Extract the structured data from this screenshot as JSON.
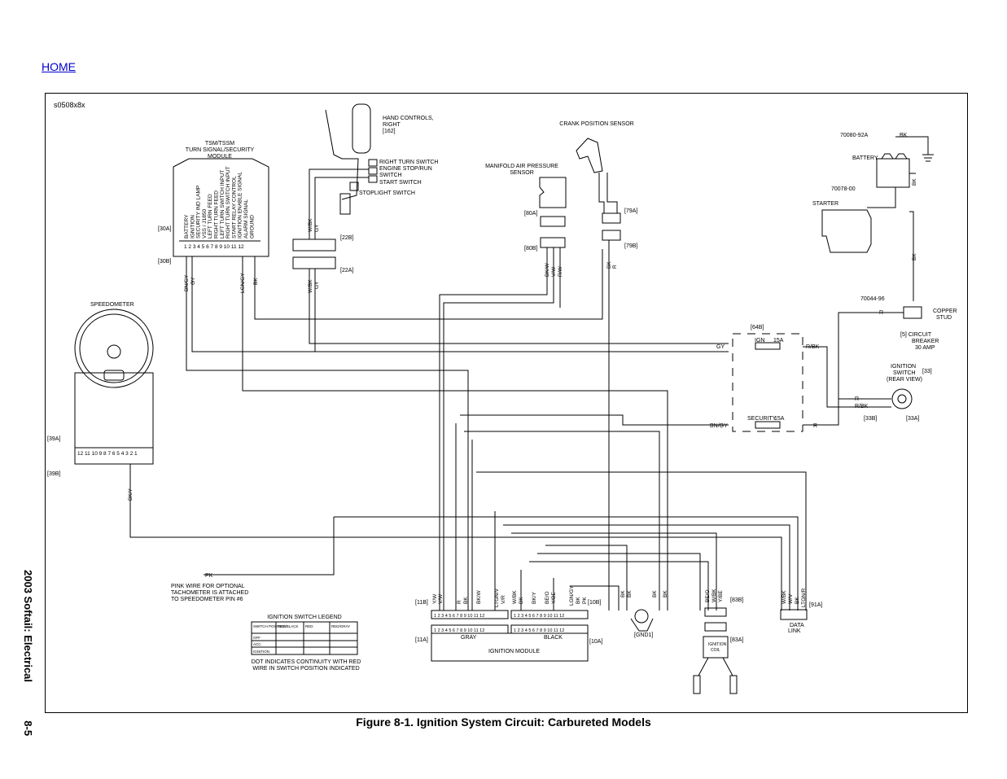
{
  "home_link": "HOME",
  "figure_id": "s0508x8x",
  "caption": "Figure 8-1. Ignition System Circuit: Carbureted Models",
  "side_title": "2003 Softail: Electrical",
  "side_page": "8-5",
  "components": {
    "tsm": [
      "TSM/TSSM",
      "TURN SIGNAL/SECURITY",
      "MODULE"
    ],
    "tsm_pins": [
      "BATTERY",
      "IGNITION",
      "SECURITY IND LAMP",
      "VSS / J1850",
      "LEFT TURN FEED",
      "RIGHT TURN FEED",
      "LEFT TURN SWITCH INPUT",
      "RIGHT TURN SWITCH INPUT",
      "START RELAY CONTROL",
      "IGNITION ENABLE SIGNAL",
      "ALARM SIGNAL",
      "GROUND"
    ],
    "tsm_pin_nums": "1 2 3 4 5 6 7 8 9 10 11 12",
    "hand_controls": [
      "HAND CONTROLS,",
      "RIGHT",
      "[162]"
    ],
    "switches": [
      "RIGHT TURN SWITCH",
      "ENGINE STOP/RUN",
      "SWITCH",
      "START SWITCH",
      "STOPLIGHT SWITCH"
    ],
    "crank": "CRANK POSITION SENSOR",
    "map": [
      "MANIFOLD AIR PRESSURE",
      "SENSOR"
    ],
    "battery": "BATTERY",
    "battery_pn": "70080-92A",
    "starter": "STARTER",
    "starter_pn": "70078-00",
    "stud_pn": "70044-96",
    "copper_stud": [
      "COPPER",
      "STUD"
    ],
    "breaker": [
      "[5]  CIRCUIT",
      "BREAKER",
      "30 AMP"
    ],
    "ign_switch": [
      "IGNITION",
      "SWITCH",
      "(REAR VIEW)"
    ],
    "speedometer": "SPEEDOMETER",
    "speedo_pins": "12 11 10 9 8 7 6 5 4 3 2 1",
    "pink_note": [
      "PINK WIRE FOR OPTIONAL",
      "TACHOMETER IS ATTACHED",
      "TO SPEEDOMETER PIN #6"
    ],
    "legend_title": "IGNITION SWITCH LEGEND",
    "legend_header": [
      "SWITCH POSITION",
      "RED/BLACK",
      "RED",
      "RED/GRAY"
    ],
    "legend_rows": [
      "OFF",
      "ACC.",
      "IGNITION"
    ],
    "legend_note": [
      "DOT INDICATES CONTINUITY WITH RED",
      "WIRE IN SWITCH POSITION INDICATED"
    ],
    "ign_module": "IGNITION MODULE",
    "gray": "GRAY",
    "black": "BLACK",
    "data_link": [
      "DATA",
      "LINK"
    ],
    "ign_coil": [
      "IGNITION",
      "COIL"
    ],
    "gnd": "[GND1]",
    "fuse_ign": "IGN",
    "fuse_sec": "SECURITY",
    "fuse_amp": "15A",
    "conn_12": "1 2 3 4 5 6 7 8 9 10 11 12"
  },
  "wire_labels": {
    "bk": "BK",
    "gy": "GY",
    "r": "R",
    "rbk": "R/BK",
    "bngy": "BN/GY",
    "bky": "BK/Y",
    "wbk": "W/BK",
    "lgngy": "LGN/GY",
    "pk": "PK",
    "rw": "R/W",
    "vw": "V/W",
    "bkw": "BK/W",
    "yw": "Y/W",
    "ltgnv": "LTGN/V",
    "vr": "V/R",
    "beo": "BE/O",
    "ybe": "Y/BE",
    "wr": "W/R",
    "ltgnr": "LTGN/R",
    "vbk": "V/BK",
    "wv": "W/V",
    "rbkw": "R/BK"
  },
  "refs": {
    "a30": "[30A]",
    "b30": "[30B]",
    "b22": "[22B]",
    "a22": "[22A]",
    "a80": "[80A]",
    "b80": "[80B]",
    "a79": "[79A]",
    "b79": "[79B]",
    "b64": "[64B]",
    "b33": "[33B]",
    "a33": "[33A]",
    "r33": "[33]",
    "a39": "[39A]",
    "b39": "[39B]",
    "b11": "[11B]",
    "a11": "[11A]",
    "b10": "[10B]",
    "a10": "[10A]",
    "b83": "[83B]",
    "a83": "[83A]",
    "a91": "[91A]"
  }
}
